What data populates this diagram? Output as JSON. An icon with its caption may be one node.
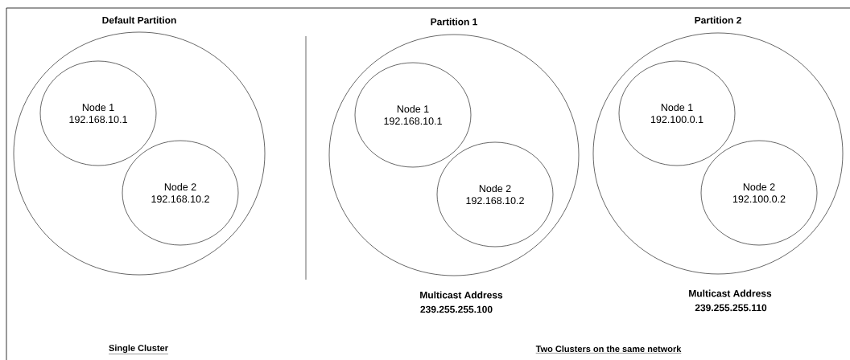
{
  "diagram": {
    "nodes": [
      {
        "text": [
          "Default Partition"
        ]
      },
      {
        "text": [
          "Node 1",
          "192.168.10.1"
        ],
        "in": 0
      },
      {
        "text": [
          "Node 2",
          "192.168.10.2"
        ],
        "in": 0
      },
      {
        "text": [
          "Partition 1"
        ],
        "beside": [
          "Multicast Address",
          "239.255.255.100"
        ]
      },
      {
        "text": [
          "Node 1",
          "192.168.10.1"
        ],
        "in": 3
      },
      {
        "text": [
          "Node 2",
          "192.168.10.2"
        ],
        "in": 3
      },
      {
        "text": [
          "Partition 2"
        ],
        "beside": [
          "Multicast Address",
          "239.255.255.110"
        ]
      },
      {
        "text": [
          "Node 1",
          "192.100.0.1"
        ],
        "in": 6
      },
      {
        "text": [
          "Node 2",
          "192.100.0.2"
        ],
        "in": 6
      }
    ],
    "labels": [
      "Single Cluster",
      "Two Clusters on the same network"
    ]
  }
}
